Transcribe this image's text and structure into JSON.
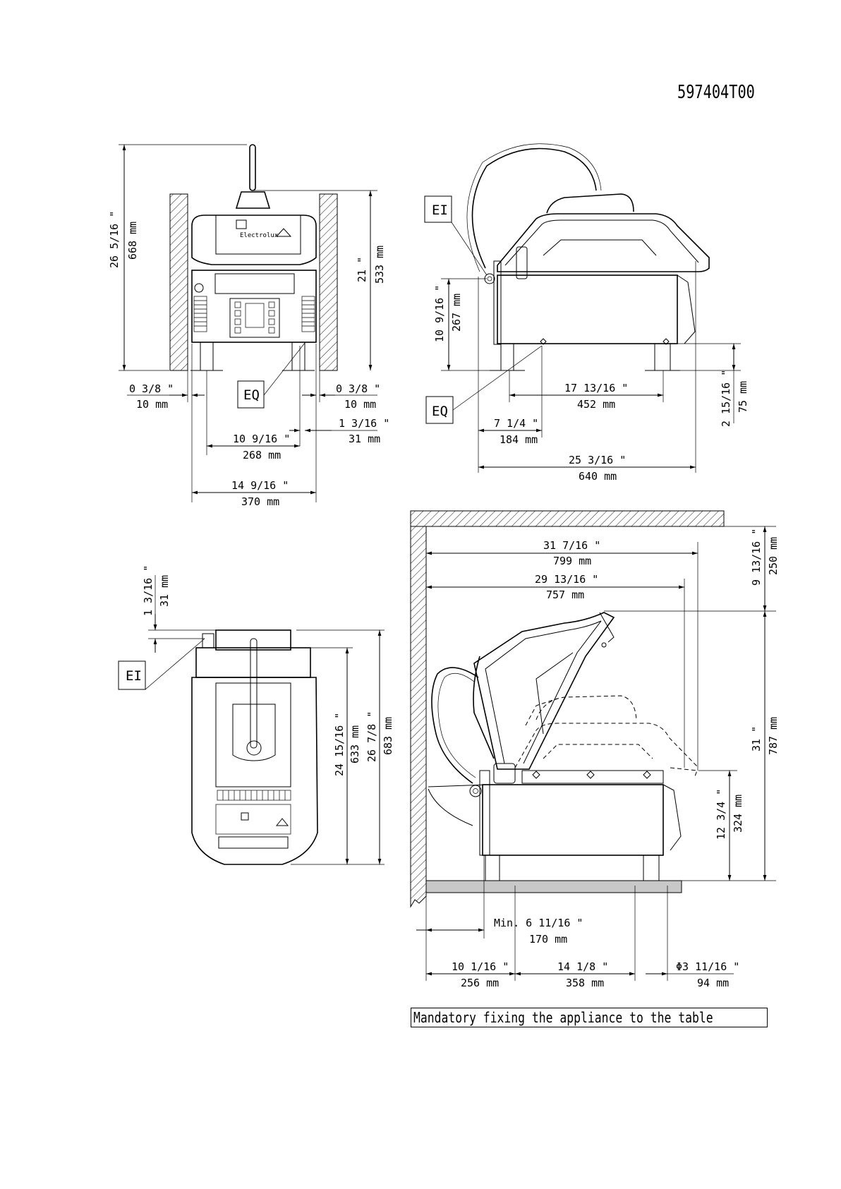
{
  "document": {
    "code": "597404T00",
    "note": "Mandatory fixing the appliance to the table",
    "brand": "Electrolux"
  },
  "labels": {
    "ei": "EI",
    "eq": "EQ"
  },
  "front_view": {
    "total_height_in": "26 5/16 \"",
    "total_height_mm": "668 mm",
    "wall_height_in": "21 \"",
    "wall_height_mm": "533 mm",
    "left_clear_in": "0 3/8 \"",
    "left_clear_mm": "10 mm",
    "right_clear_in": "0 3/8 \"",
    "right_clear_mm": "10 mm",
    "foot_offset_in": "1 3/16 \"",
    "foot_offset_mm": "31 mm",
    "feet_dist_in": "10 9/16 \"",
    "feet_dist_mm": "268 mm",
    "width_in": "14 9/16 \"",
    "width_mm": "370 mm"
  },
  "side_view": {
    "body_height_in": "10 9/16 \"",
    "body_height_mm": "267 mm",
    "feet_spacing_in": "17 13/16 \"",
    "feet_spacing_mm": "452 mm",
    "front_to_foot_in": "7 1/4 \"",
    "front_to_foot_mm": "184 mm",
    "depth_in": "25 3/16 \"",
    "depth_mm": "640 mm",
    "foot_height_in": "2 15/16 \"",
    "foot_height_mm": "75 mm"
  },
  "top_view": {
    "offset_in": "1 3/16 \"",
    "offset_mm": "31 mm",
    "depth_in": "24 15/16 \"",
    "depth_mm": "633 mm",
    "overall_in": "26 7/8 \"",
    "overall_mm": "683 mm"
  },
  "install_view": {
    "open_depth_in": "31 7/16 \"",
    "open_depth_mm": "799 mm",
    "lid_reach_in": "29 13/16 \"",
    "lid_reach_mm": "757 mm",
    "ceiling_gap_in": "9 13/16 \"",
    "ceiling_gap_mm": "250 mm",
    "open_height_in": "31 \"",
    "open_height_mm": "787 mm",
    "body_height_in": "12 3/4 \"",
    "body_height_mm": "324 mm",
    "min_wall_in": "Min. 6 11/16 \"",
    "min_wall_mm": "170 mm",
    "wall_to_foot_in": "10 1/16 \"",
    "wall_to_foot_mm": "256 mm",
    "feet_spacing_in": "14 1/8 \"",
    "feet_spacing_mm": "358 mm",
    "foot_dia_in": "Φ3 11/16 \"",
    "foot_dia_mm": "94 mm"
  }
}
